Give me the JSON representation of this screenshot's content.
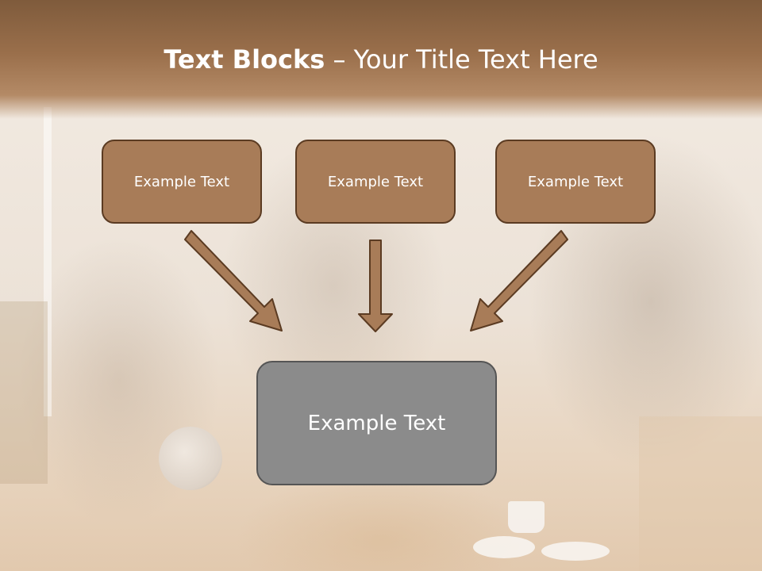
{
  "slide": {
    "title_bold": "Text Blocks",
    "title_dash": " – ",
    "title_rest": "Your Title Text Here"
  },
  "blocks": {
    "left": "Example Text",
    "center": "Example Text",
    "right": "Example Text",
    "main": "Example Text"
  },
  "colors": {
    "header": "#8b6444",
    "block_fill": "#a87c58",
    "block_border": "#5b3b22",
    "main_fill": "#8b8b8b",
    "text": "#ffffff"
  }
}
